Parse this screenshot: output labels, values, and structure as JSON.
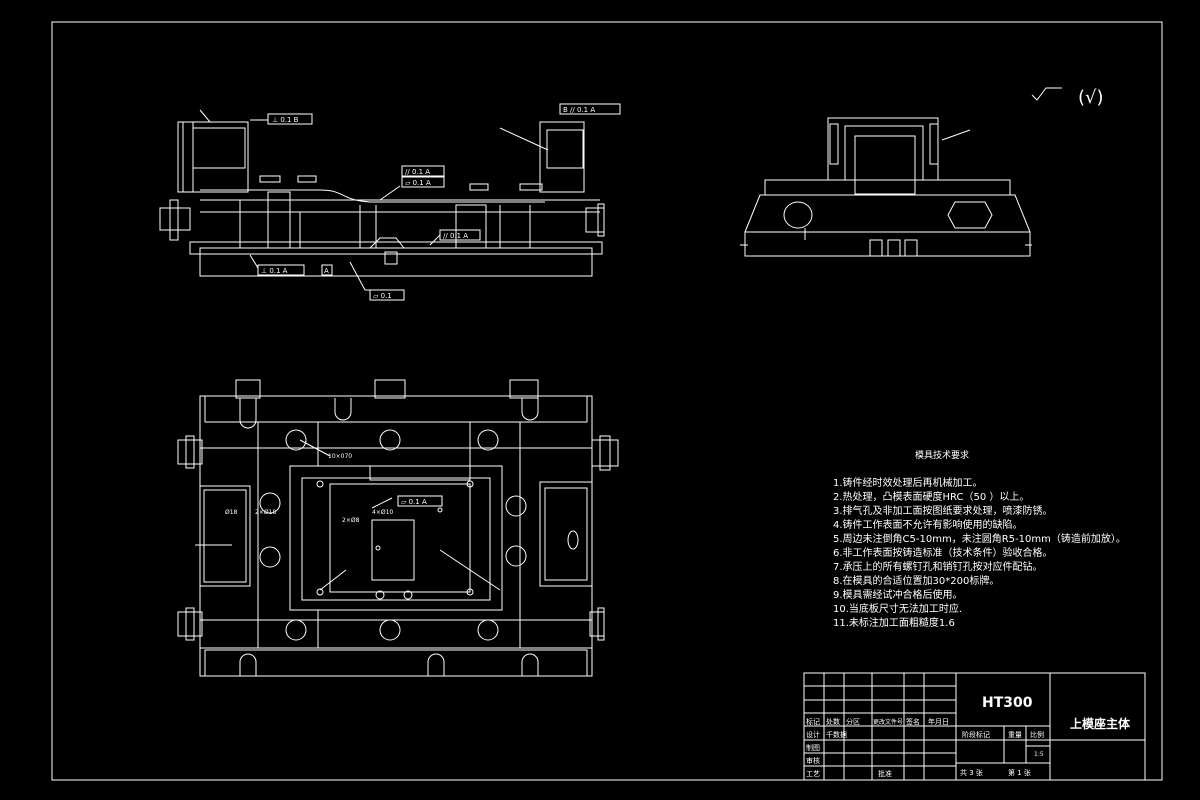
{
  "drawing": {
    "surface_finish_symbol": "(√)",
    "tech_req": {
      "title": "模具技术要求",
      "items": [
        "1.铸件经时效处理后再机械加工。",
        "2.热处理，凸模表面硬度HRC（50 ）以上。",
        "3.排气孔及非加工面按图纸要求处理，喷漆防锈。",
        "4.铸件工作表面不允许有影响使用的缺陷。",
        "5.周边未注倒角C5-10mm，未注圆角R5-10mm（铸造前加放）。",
        "6.非工作表面按铸造标准（技术条件）验收合格。",
        "7.承压上的所有螺钉孔和销钉孔按对应件配钻。",
        "8.在模具的合适位置加30*200标牌。",
        "9.模具需经试冲合格后使用。",
        "10.当底板尺寸无法加工时应.",
        "11.未标注加工面粗糙度1.6"
      ]
    },
    "labels": {
      "tol_1": "⊥ 0.1 B",
      "tol_2": "B // 0.1 A",
      "tol_3": "// 0.1 A",
      "tol_4": "▱ 0.1 A",
      "tol_5": "// 0.1 A",
      "tol_6": "⊥ 0.1 A",
      "tol_7": "A",
      "tol_8": "▱ 0.1",
      "tol_9": "▱ 0.1 A",
      "note_a": "10×070",
      "note_b": "2×Ø8",
      "note_c": "4×Ø10",
      "note_d": "Ø18",
      "note_e": "2×Ø18"
    },
    "title_block": {
      "material": "HT300",
      "part_name": "上模座主体",
      "headers": [
        "标记",
        "处数",
        "分区",
        "更改文件号",
        "签名",
        "年月日"
      ],
      "row_labels": [
        "设计",
        "制图",
        "审核",
        "工艺"
      ],
      "designer": "千数据",
      "approve": "批准",
      "stage_mark": "阶段标记",
      "weight": "重量",
      "scale_label": "比例",
      "scale": "1:5",
      "sheets": "共 3 张",
      "sheet_no": "第 1 张"
    }
  }
}
